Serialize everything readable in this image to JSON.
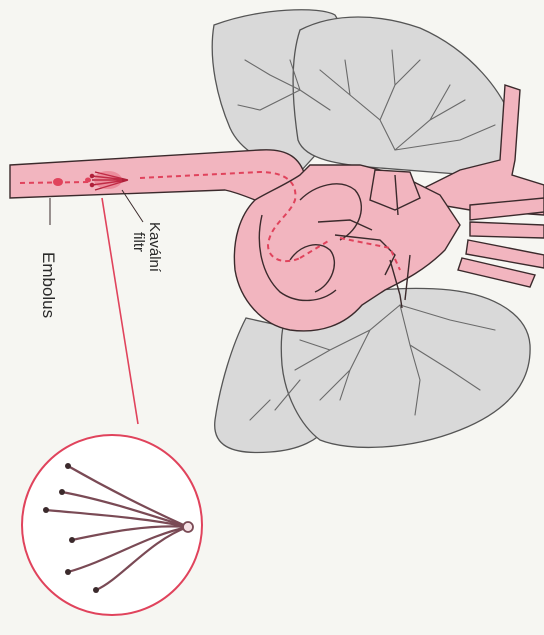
{
  "labels": {
    "embolus": "Embolus",
    "filter_line1": "Kavální",
    "filter_line2": "filtr"
  },
  "colors": {
    "vessel": "#f2b5bf",
    "vessel_outline": "#3b2a2c",
    "lung": "#d9d9d9",
    "lung_outline": "#555555",
    "accent_red": "#e0435c",
    "background": "#f6f6f2"
  }
}
